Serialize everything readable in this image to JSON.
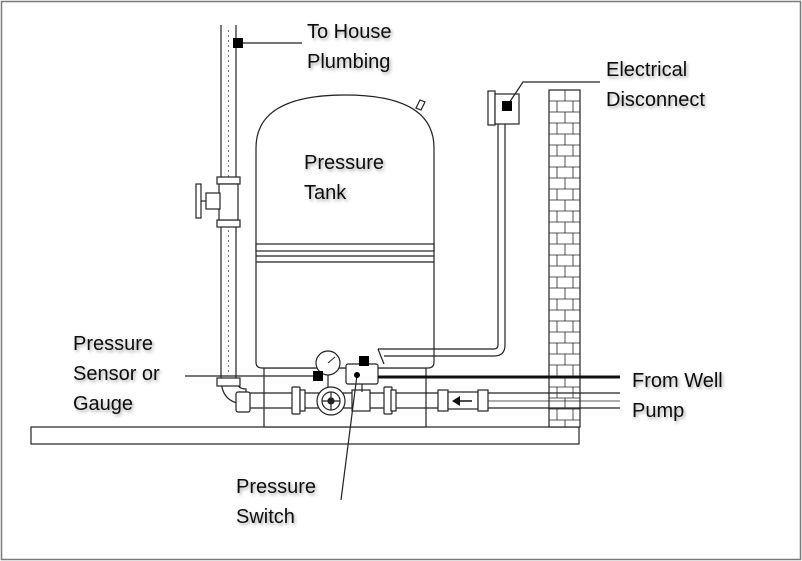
{
  "labels": {
    "to_house_line1": "To House",
    "to_house_line2": "Plumbing",
    "electrical_line1": "Electrical",
    "electrical_line2": "Disconnect",
    "tank_line1": "Pressure",
    "tank_line2": "Tank",
    "sensor_line1": "Pressure",
    "sensor_line2": "Sensor or",
    "sensor_line3": "Gauge",
    "well_line1": "From Well",
    "well_line2": "Pump",
    "switch_line1": "Pressure",
    "switch_line2": "Switch"
  },
  "colors": {
    "line": "#222222",
    "marker": "#000000",
    "frame": "#7a7a7a"
  }
}
